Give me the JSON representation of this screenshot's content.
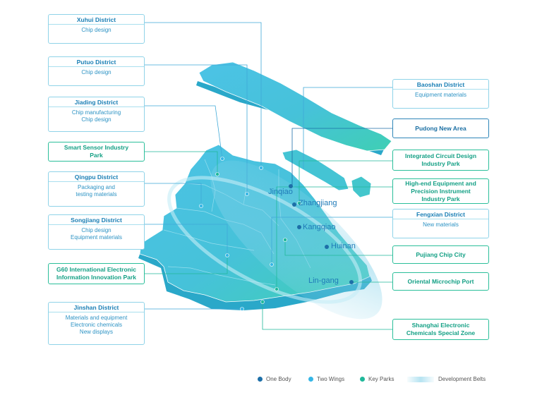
{
  "boxes": {
    "xuhui": {
      "title": "Xuhui District",
      "body": "Chip design"
    },
    "putuo": {
      "title": "Putuo District",
      "body": "Chip design"
    },
    "jiading": {
      "title": "Jiading District",
      "body": "Chip manufacturing\nChip design"
    },
    "smart_sensor": {
      "title": "Smart Sensor Industry\nPark"
    },
    "qingpu": {
      "title": "Qingpu District",
      "body": "Packaging and\ntesting materials"
    },
    "songjiang": {
      "title": "Songjiang District",
      "body": "Chip design\nEquipment materials"
    },
    "g60": {
      "title": "G60 International Electronic\nInformation Innovation Park"
    },
    "jinshan": {
      "title": "Jinshan District",
      "body": "Materials and equipment\nElectronic chemicals\nNew displays"
    },
    "baoshan": {
      "title": "Baoshan District",
      "body": "Equipment materials"
    },
    "pudong": {
      "title": "Pudong New Area"
    },
    "ic_design": {
      "title": "Integrated Circuit Design\nIndustry Park"
    },
    "high_end": {
      "title": "High-end Equipment and\nPrecision Instrument\nIndustry Park"
    },
    "fengxian": {
      "title": "Fengxian District",
      "body": "New materials"
    },
    "pujiang": {
      "title": "Pujiang Chip City"
    },
    "oriental": {
      "title": "Oriental Microchip Port"
    },
    "chem_zone": {
      "title": "Shanghai Electronic\nChemicals Special Zone"
    }
  },
  "places": {
    "jinqiao": "Jinqiao",
    "zhangjiang": "Zhangjiang",
    "kangqiao": "Kangqiao",
    "huinan": "Huinan",
    "lingang": "Lin-gang"
  },
  "legend": {
    "one_body": "One Body",
    "two_wings": "Two Wings",
    "key_parks": "Key Parks",
    "development_belts": "Development Belts"
  },
  "colors": {
    "one_body": "#1d6fa8",
    "two_wings": "#35b6e6",
    "key_parks": "#20b89a"
  }
}
